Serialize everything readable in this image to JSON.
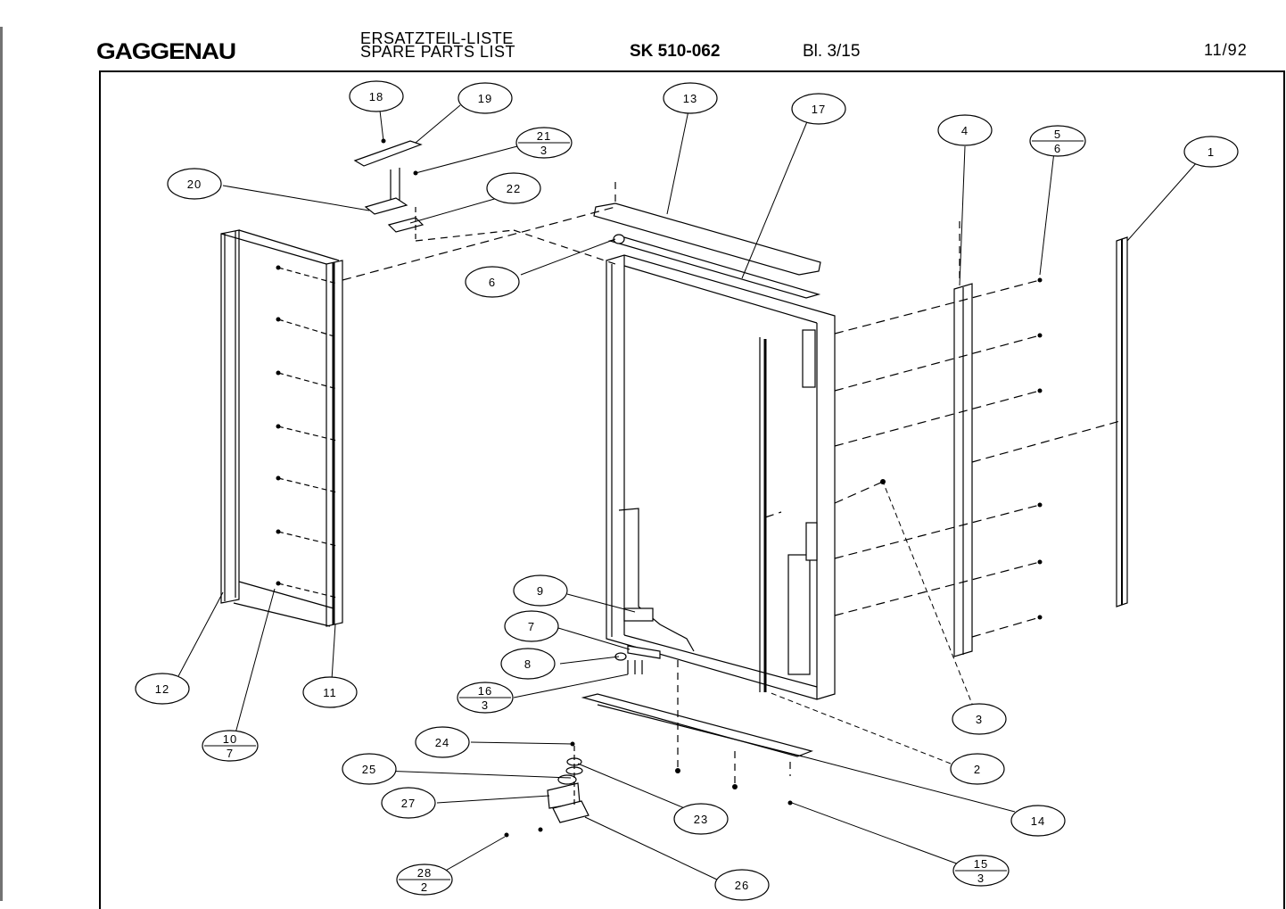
{
  "header": {
    "logo": "GAGGENAU",
    "title_de": "ERSATZTEIL-LISTE",
    "title_en": "SPARE PARTS LIST",
    "model": "SK 510-062",
    "sheet": "Bl. 3/15",
    "date": "11/92"
  },
  "callouts": [
    {
      "id": "c18",
      "text": "18"
    },
    {
      "id": "c19",
      "text": "19"
    },
    {
      "id": "c13",
      "text": "13"
    },
    {
      "id": "c17",
      "text": "17"
    },
    {
      "id": "c4",
      "text": "4"
    },
    {
      "id": "c1",
      "text": "1"
    },
    {
      "id": "c20",
      "text": "20"
    },
    {
      "id": "c22",
      "text": "22"
    },
    {
      "id": "c6",
      "text": "6"
    },
    {
      "id": "c9",
      "text": "9"
    },
    {
      "id": "c7",
      "text": "7"
    },
    {
      "id": "c8",
      "text": "8"
    },
    {
      "id": "c12",
      "text": "12"
    },
    {
      "id": "c11",
      "text": "11"
    },
    {
      "id": "c3",
      "text": "3"
    },
    {
      "id": "c2",
      "text": "2"
    },
    {
      "id": "c24",
      "text": "24"
    },
    {
      "id": "c25",
      "text": "25"
    },
    {
      "id": "c27",
      "text": "27"
    },
    {
      "id": "c23",
      "text": "23"
    },
    {
      "id": "c14",
      "text": "14"
    },
    {
      "id": "c26",
      "text": "26"
    }
  ],
  "fraction_callouts": [
    {
      "id": "f21",
      "top": "21",
      "bottom": "3"
    },
    {
      "id": "f5",
      "top": "5",
      "bottom": "6"
    },
    {
      "id": "f16",
      "top": "16",
      "bottom": "3"
    },
    {
      "id": "f10",
      "top": "10",
      "bottom": "7"
    },
    {
      "id": "f28",
      "top": "28",
      "bottom": "2"
    },
    {
      "id": "f15",
      "top": "15",
      "bottom": "3"
    }
  ]
}
